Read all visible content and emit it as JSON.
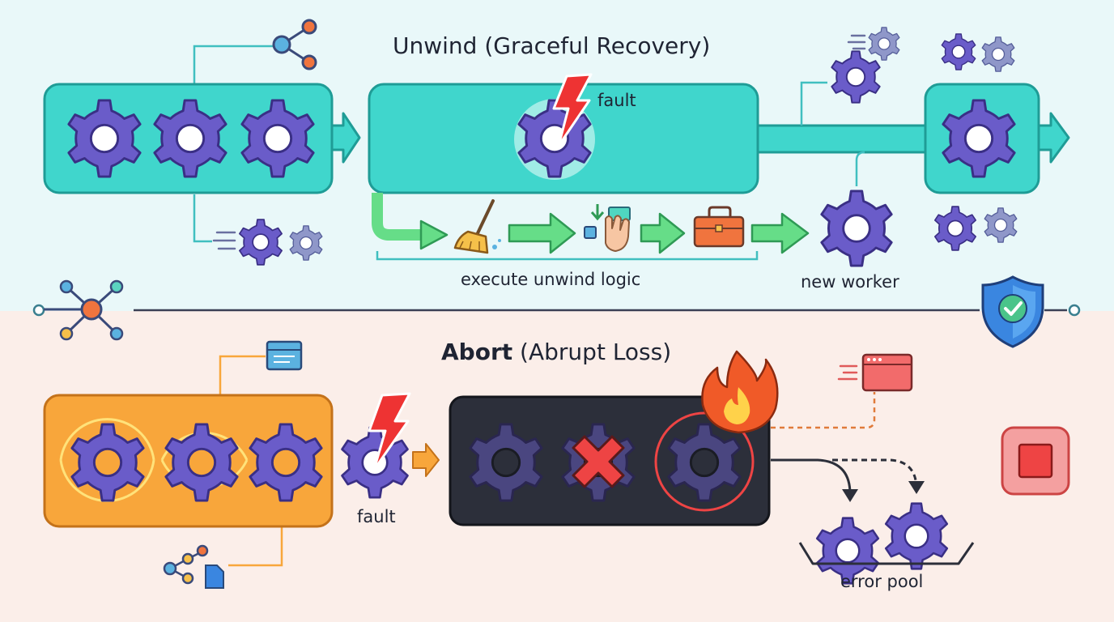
{
  "unwind": {
    "title": "Unwind (Graceful Recovery)",
    "fault_label": "fault",
    "unwind_logic_label": "execute unwind logic",
    "new_worker_label": "new worker"
  },
  "abort": {
    "title_bold": "Abort",
    "title_rest": " (Abrupt Loss)",
    "fault_label": "fault",
    "error_pool_label": "error pool"
  },
  "colors": {
    "unwind_bg": "#e9f8f9",
    "abort_bg": "#fbeee9",
    "teal": "#40d6cc",
    "gear": "#6a5cc9",
    "orange": "#f8a63b",
    "dark_box": "#2c2f3a",
    "red": "#ef4444",
    "green_arrow": "#66dd88"
  },
  "icons": {
    "fault": "lightning-bolt-icon",
    "cleanup": "broom-icon",
    "release": "hand-release-icon",
    "toolbox": "toolbox-icon",
    "fire": "fire-icon",
    "kill": "x-mark-icon",
    "stop": "stop-button-icon",
    "shield": "shield-check-icon"
  }
}
